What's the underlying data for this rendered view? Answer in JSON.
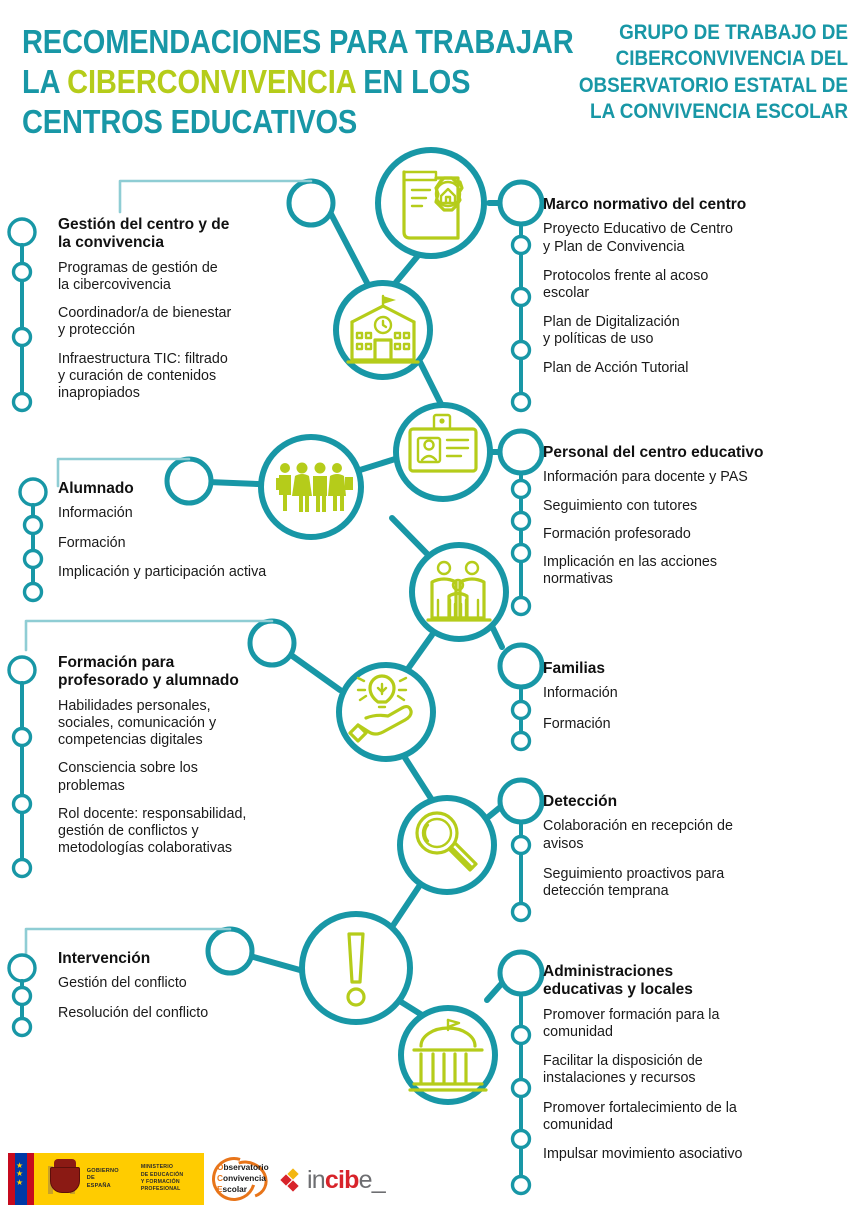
{
  "colors": {
    "teal": "#1897a6",
    "teal_light": "#8fcdd4",
    "lime": "#b5cc1a",
    "text": "#1a1a1a",
    "orange": "#e8751a",
    "incibe_red": "#d8232a",
    "incibe_gray": "#6d6e71"
  },
  "header": {
    "title_lines": [
      {
        "parts": [
          {
            "text": "RECOMENDACIONES PARA TRABAJAR",
            "highlight": false
          }
        ]
      },
      {
        "parts": [
          {
            "text": "LA ",
            "highlight": false
          },
          {
            "text": "CIBERCONVIVENCIA",
            "highlight": true
          },
          {
            "text": " EN LOS",
            "highlight": false
          }
        ]
      },
      {
        "parts": [
          {
            "text": "CENTROS EDUCATIVOS",
            "highlight": false
          }
        ]
      }
    ],
    "subtitle_lines": [
      "GRUPO DE TRABAJO DE",
      "CIBERCONVIVENCIA DEL",
      "OBSERVATORIO ESTATAL DE",
      "LA CONVIVENCIA ESCOLAR"
    ]
  },
  "left_blocks": [
    {
      "id": "gestion-centro",
      "title": "Gestión del centro y de\nla convivencia",
      "items": [
        "Programas de gestión de\nla cibercovivencia",
        "Coordinador/a de bienestar\ny protección",
        "Infraestructura TIC: filtrado\ny curación de contenidos\ninapropiados"
      ]
    },
    {
      "id": "alumnado",
      "title": "Alumnado",
      "items": [
        "Información",
        "Formación",
        "Implicación y participación activa"
      ]
    },
    {
      "id": "formacion-profesorado",
      "title": "Formación para\nprofesorado y alumnado",
      "items": [
        "Habilidades personales,\nsociales, comunicación y\ncompetencias digitales",
        "Consciencia sobre los\nproblemas",
        "Rol docente: responsabilidad,\ngestión de conflictos y\nmetodologías colaborativas"
      ]
    },
    {
      "id": "intervencion",
      "title": "Intervención",
      "items": [
        "Gestión del conflicto",
        "Resolución del conflicto"
      ]
    }
  ],
  "right_blocks": [
    {
      "id": "marco-normativo",
      "title": "Marco normativo del centro",
      "items": [
        "Proyecto Educativo de Centro\ny Plan de Convivencia",
        "Protocolos frente al acoso\nescolar",
        "Plan de Digitalización\ny políticas de uso",
        "Plan de Acción Tutorial"
      ]
    },
    {
      "id": "personal-centro",
      "title": "Personal del centro educativo",
      "items": [
        "Información para docente y PAS",
        "Seguimiento con tutores",
        "Formación profesorado",
        "Implicación en las acciones\nnormativas"
      ]
    },
    {
      "id": "familias",
      "title": "Familias",
      "items": [
        "Información",
        "Formación"
      ]
    },
    {
      "id": "deteccion",
      "title": "Detección",
      "items": [
        "Colaboración en recepción de\navisos",
        "Seguimiento proactivos para\ndetección temprana"
      ]
    },
    {
      "id": "administraciones",
      "title": "Administraciones\neducativas y locales",
      "items": [
        "Promover formación para la\ncomunidad",
        "Facilitar la disposición de\ninstalaciones y recursos",
        "Promover fortalecimiento de la\ncomunidad",
        "Impulsar movimiento asociativo"
      ]
    }
  ],
  "icons": [
    {
      "name": "document-gear-house-icon",
      "label": "Marco normativo"
    },
    {
      "name": "school-building-icon",
      "label": "Centro educativo"
    },
    {
      "name": "id-badge-icon",
      "label": "Personal del centro"
    },
    {
      "name": "students-group-icon",
      "label": "Alumnado"
    },
    {
      "name": "family-icon",
      "label": "Familias"
    },
    {
      "name": "hand-lightbulb-icon",
      "label": "Formación"
    },
    {
      "name": "magnifier-icon",
      "label": "Detección"
    },
    {
      "name": "exclamation-icon",
      "label": "Intervención"
    },
    {
      "name": "government-building-icon",
      "label": "Administraciones"
    }
  ],
  "footer": {
    "gobierno": {
      "line1": "GOBIERNO",
      "line2": "DE ESPAÑA",
      "line3": "MINISTERIO",
      "line4": "DE EDUCACIÓN",
      "line5": "Y FORMACIÓN PROFESIONAL"
    },
    "observatorio": {
      "line1_cap": "O",
      "line1_rest": "bservatorio",
      "line2_cap": "C",
      "line2_rest": "onvivencia",
      "line3_cap": "E",
      "line3_rest": "scolar"
    },
    "incibe": {
      "pre": "in",
      "mid": "cib",
      "post": "e_"
    }
  }
}
